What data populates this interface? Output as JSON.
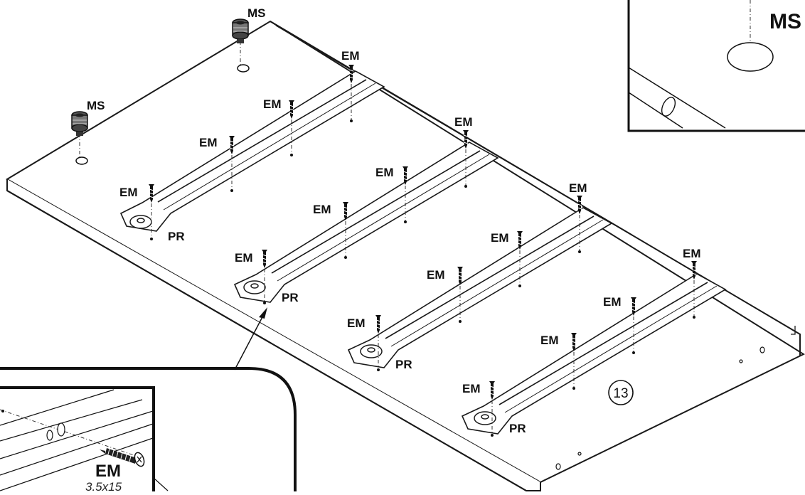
{
  "labels": {
    "ms": "MS",
    "em": "EM",
    "pr": "PR"
  },
  "step_number": "13",
  "detail_callout": {
    "part_code": "EM",
    "part_size": "3.5x15"
  },
  "colors": {
    "line": "#1a1a1a",
    "paper": "#ffffff"
  }
}
